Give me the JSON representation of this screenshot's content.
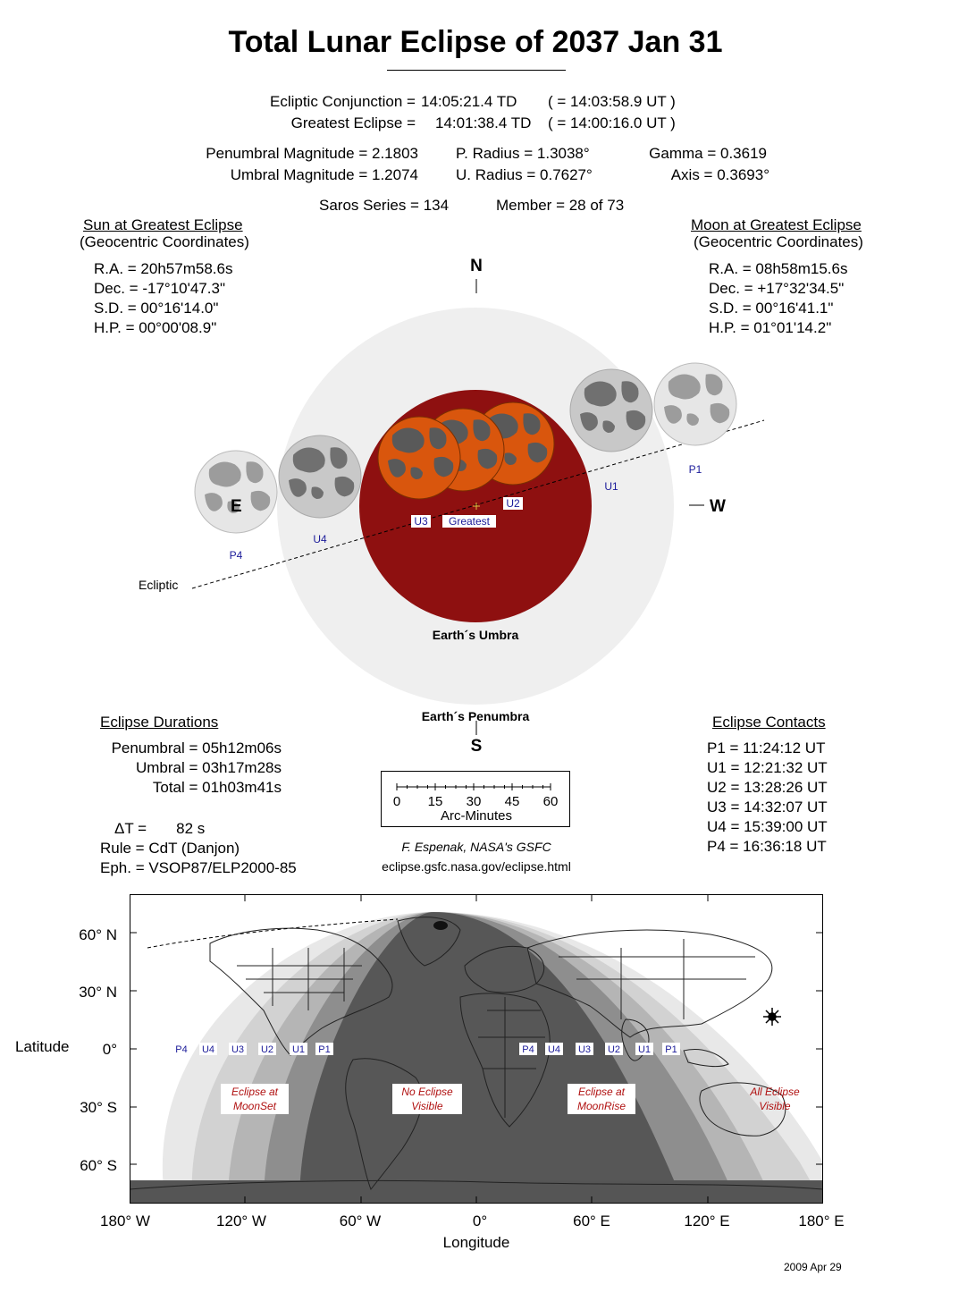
{
  "title": "Total Lunar Eclipse of  2037 Jan 31",
  "header": {
    "ecliptic_conjunction_label": "Ecliptic Conjunction =",
    "ecliptic_conjunction_td": "14:05:21.4 TD",
    "ecliptic_conjunction_ut": "( = 14:03:58.9 UT )",
    "greatest_eclipse_label": "Greatest Eclipse =",
    "greatest_eclipse_td": "14:01:38.4 TD",
    "greatest_eclipse_ut": "( = 14:00:16.0 UT )",
    "penumbral_magnitude": "Penumbral Magnitude =  2.1803",
    "umbral_magnitude": "Umbral Magnitude =  1.2074",
    "p_radius": "P. Radius = 1.3038°",
    "u_radius": "U. Radius = 0.7627°",
    "gamma": "Gamma =  0.3619",
    "axis": "Axis =  0.3693°",
    "saros": "Saros Series = 134",
    "member": "Member = 28 of 73"
  },
  "sun": {
    "heading": "Sun at Greatest Eclipse",
    "subheading": "(Geocentric Coordinates)",
    "ra": "R.A. =  20h57m58.6s",
    "dec": "Dec. = -17°10'47.3\"",
    "sd": "S.D. =  00°16'14.0\"",
    "hp": "H.P. =  00°00'08.9\""
  },
  "moon": {
    "heading": "Moon at Greatest Eclipse",
    "subheading": "(Geocentric Coordinates)",
    "ra": "R.A. =  08h58m15.6s",
    "dec": "Dec. = +17°32'34.5\"",
    "sd": "S.D. =  00°16'41.1\"",
    "hp": "H.P. =  01°01'14.2\""
  },
  "diagram": {
    "north": "N",
    "south": "S",
    "east": "E",
    "west": "W",
    "ecliptic": "Ecliptic",
    "umbra_label": "Earth´s Umbra",
    "penumbra_label": "Earth´s Penumbra",
    "greatest": "Greatest",
    "contacts": {
      "p1": "P1",
      "u1": "U1",
      "u2": "U2",
      "u3": "U3",
      "u4": "U4",
      "p4": "P4"
    },
    "colors": {
      "umbra": "#8e1010",
      "penumbra": "#efefef",
      "eclipsed_moon": "#d9560d",
      "moon": "#c8c8c8"
    }
  },
  "durations": {
    "heading": "Eclipse Durations",
    "penumbral": "Penumbral = 05h12m06s",
    "umbral": "Umbral = 03h17m28s",
    "total": "Total = 01h03m41s",
    "delta_t": "ΔT =       82 s",
    "rule": "Rule = CdT (Danjon)",
    "eph": "Eph. = VSOP87/ELP2000-85"
  },
  "contacts": {
    "heading": "Eclipse Contacts",
    "p1": "P1 = 11:24:12 UT",
    "u1": "U1 = 12:21:32 UT",
    "u2": "U2 = 13:28:26 UT",
    "u3": "U3 = 14:32:07 UT",
    "u4": "U4 = 15:39:00 UT",
    "p4": "P4 = 16:36:18 UT"
  },
  "scale": {
    "ticks": [
      "0",
      "15",
      "30",
      "45",
      "60"
    ],
    "label": "Arc-Minutes"
  },
  "credit": {
    "author": "F. Espenak, NASA's GSFC",
    "url": "eclipse.gsfc.nasa.gov/eclipse.html"
  },
  "map": {
    "y_axis_label": "Latitude",
    "x_axis_label": "Longitude",
    "lat_ticks": [
      "60° N",
      "30° N",
      "0°",
      "30° S",
      "60° S"
    ],
    "lon_ticks": [
      "180° W",
      "120° W",
      "60° W",
      "0°",
      "60° E",
      "120° E",
      "180° E"
    ],
    "west_contacts": [
      "P4",
      "U4",
      "U3",
      "U2",
      "U1",
      "P1"
    ],
    "east_contacts": [
      "P4",
      "U4",
      "U3",
      "U2",
      "U1",
      "P1"
    ],
    "region_moonset": [
      "Eclipse at",
      "MoonSet"
    ],
    "region_none": [
      "No Eclipse",
      "Visible"
    ],
    "region_moonrise": [
      "Eclipse at",
      "MoonRise"
    ],
    "region_all": [
      "All Eclipse",
      "Visible"
    ]
  },
  "date_stamp": "2009 Apr 29"
}
